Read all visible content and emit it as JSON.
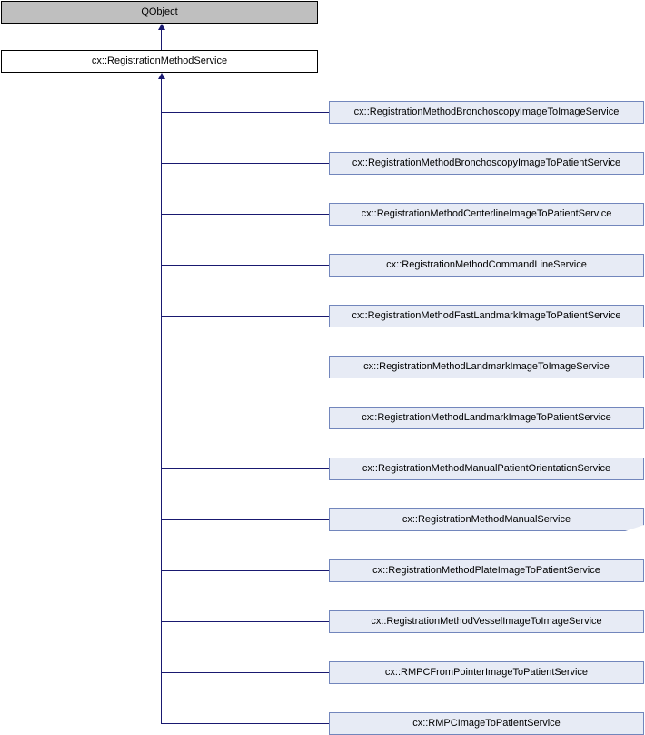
{
  "diagram": {
    "type": "uml-inheritance",
    "title": "cx::RegistrationMethodService inheritance diagram",
    "colors": {
      "root_fill": "#bfbfbf",
      "root_border": "#000000",
      "base_fill": "#ffffff",
      "base_border": "#000000",
      "derived_fill": "#e7ebf5",
      "derived_border": "#7286bc",
      "edge": "#191970",
      "text": "#000000",
      "background": "#ffffff"
    },
    "root": {
      "label": "QObject"
    },
    "base": {
      "label": "cx::RegistrationMethodService"
    },
    "derived": [
      {
        "label": "cx::RegistrationMethodBronchoscopyImageToImageService",
        "folded": false
      },
      {
        "label": "cx::RegistrationMethodBronchoscopyImageToPatientService",
        "folded": false
      },
      {
        "label": "cx::RegistrationMethodCenterlineImageToPatientService",
        "folded": false
      },
      {
        "label": "cx::RegistrationMethodCommandLineService",
        "folded": false
      },
      {
        "label": "cx::RegistrationMethodFastLandmarkImageToPatientService",
        "folded": false
      },
      {
        "label": "cx::RegistrationMethodLandmarkImageToImageService",
        "folded": false
      },
      {
        "label": "cx::RegistrationMethodLandmarkImageToPatientService",
        "folded": false
      },
      {
        "label": "cx::RegistrationMethodManualPatientOrientationService",
        "folded": false
      },
      {
        "label": "cx::RegistrationMethodManualService",
        "folded": true
      },
      {
        "label": "cx::RegistrationMethodPlateImageToPatientService",
        "folded": false
      },
      {
        "label": "cx::RegistrationMethodVesselImageToImageService",
        "folded": false
      },
      {
        "label": "cx::RMPCFromPointerImageToPatientService",
        "folded": false
      },
      {
        "label": "cx::RMPCImageToPatientService",
        "folded": false
      }
    ]
  }
}
